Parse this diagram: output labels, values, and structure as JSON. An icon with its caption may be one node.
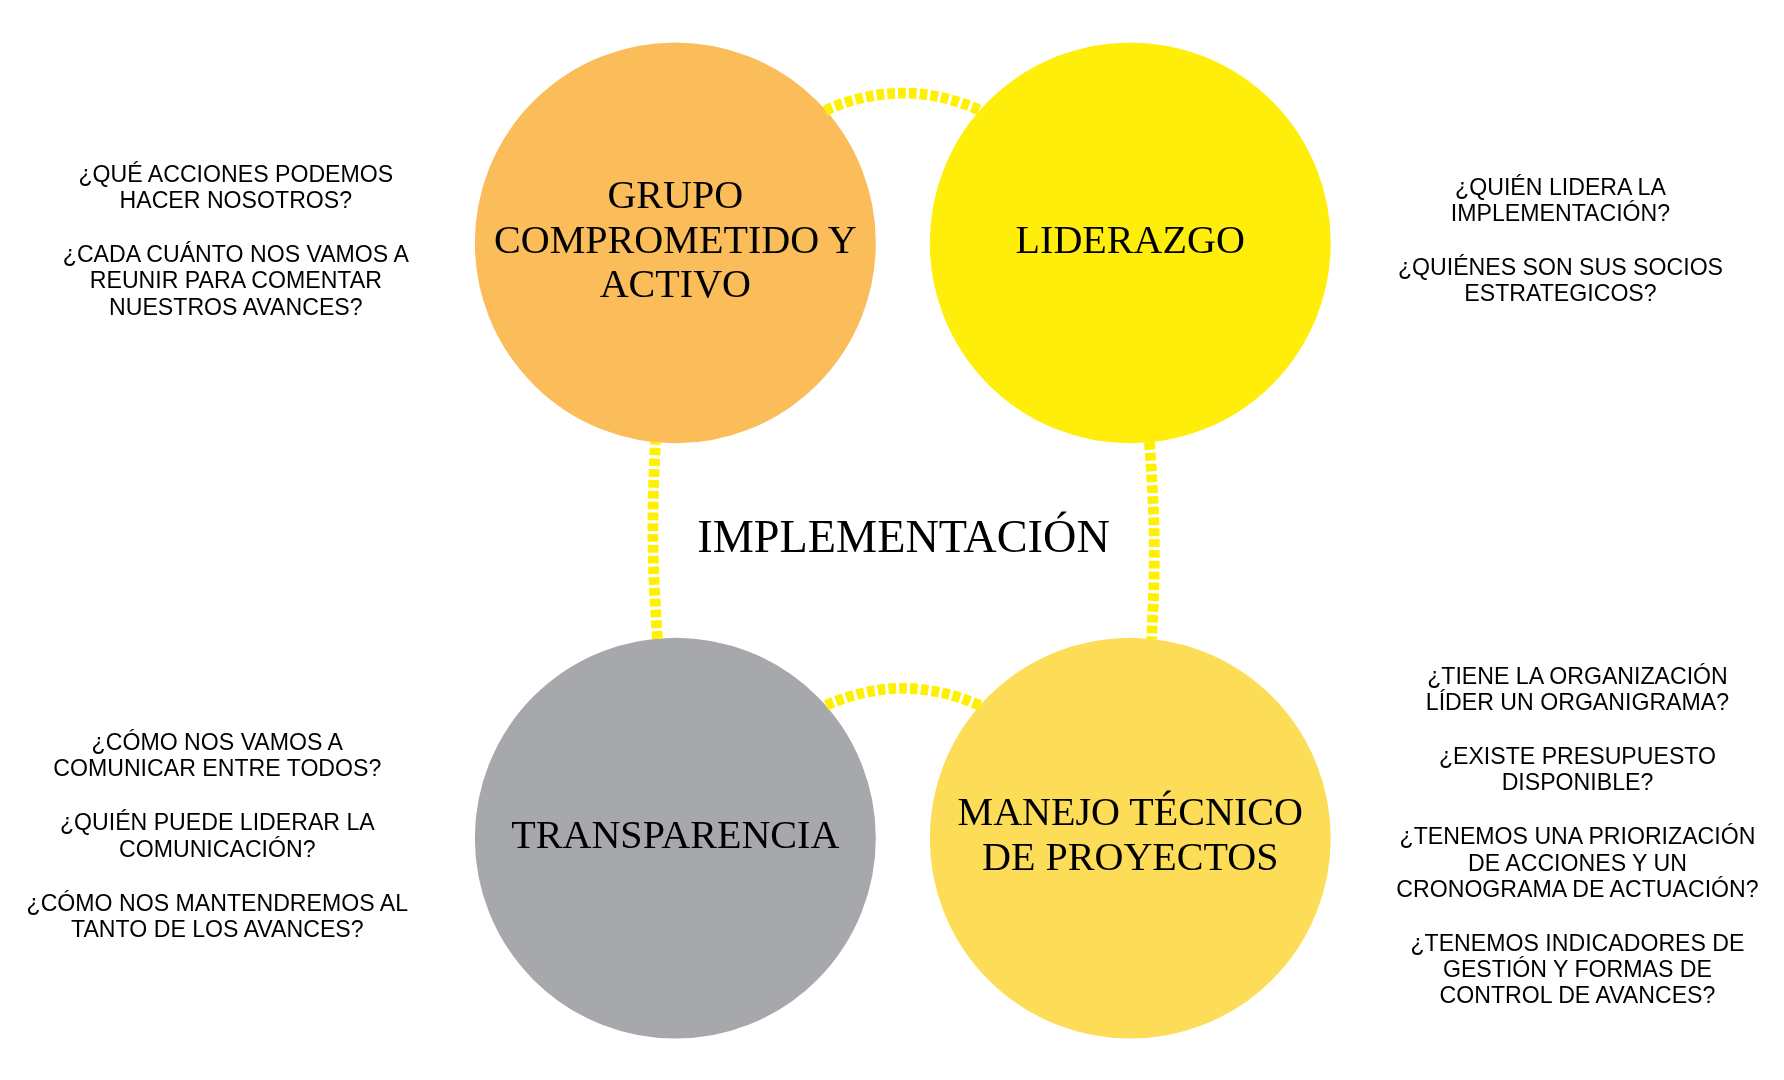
{
  "diagram": {
    "nodes": [
      {
        "text": [
          "GRUPO COMPROMETIDO Y ACTIVO"
        ],
        "beside": [
          "¿QUÉ ACCIONES PODEMOS HACER NOSOTROS?",
          "¿CADA CUÁNTO NOS VAMOS A REUNIR PARA COMENTAR NUESTROS AVANCES?"
        ]
      },
      {
        "text": [
          "LIDERAZGO"
        ],
        "beside": [
          "¿QUIÉN LIDERA LA IMPLEMENTACIÓN?",
          "¿QUIÉNES SON SUS SOCIOS ESTRATEGICOS?"
        ]
      },
      {
        "text": [
          "TRANSPARENCIA"
        ],
        "beside": [
          "¿CÓMO NOS VAMOS A COMUNICAR ENTRE TODOS?",
          "¿QUIÉN PUEDE LIDERAR LA COMUNICACIÓN?",
          "¿CÓMO NOS MANTENDREMOS AL TANTO DE LOS AVANCES?"
        ]
      },
      {
        "text": [
          "MANEJO TÉCNICO DE PROYECTOS"
        ],
        "beside": [
          "¿TIENE LA ORGANIZACIÓN LÍDER UN ORGANIGRAMA?",
          "¿EXISTE PRESUPUESTO DISPONIBLE?",
          "¿TENEMOS UNA PRIORIZACIÓN DE ACCIONES Y UN CRONOGRAMA DE ACTUACIÓN?",
          "¿TENEMOS INDICADORES DE GESTIÓN Y FORMAS DE CONTROL DE AVANCES?"
        ]
      }
    ],
    "edges": [
      {
        "from": 0,
        "to": 1,
        "arrow": "none",
        "style": "dashed"
      },
      {
        "from": 1,
        "to": 3,
        "arrow": "none",
        "style": "dashed"
      },
      {
        "from": 3,
        "to": 2,
        "arrow": "none",
        "style": "dashed"
      },
      {
        "from": 2,
        "to": 0,
        "arrow": "none",
        "style": "dashed"
      }
    ],
    "labels": [
      "IMPLEMENTACIÓN"
    ]
  }
}
